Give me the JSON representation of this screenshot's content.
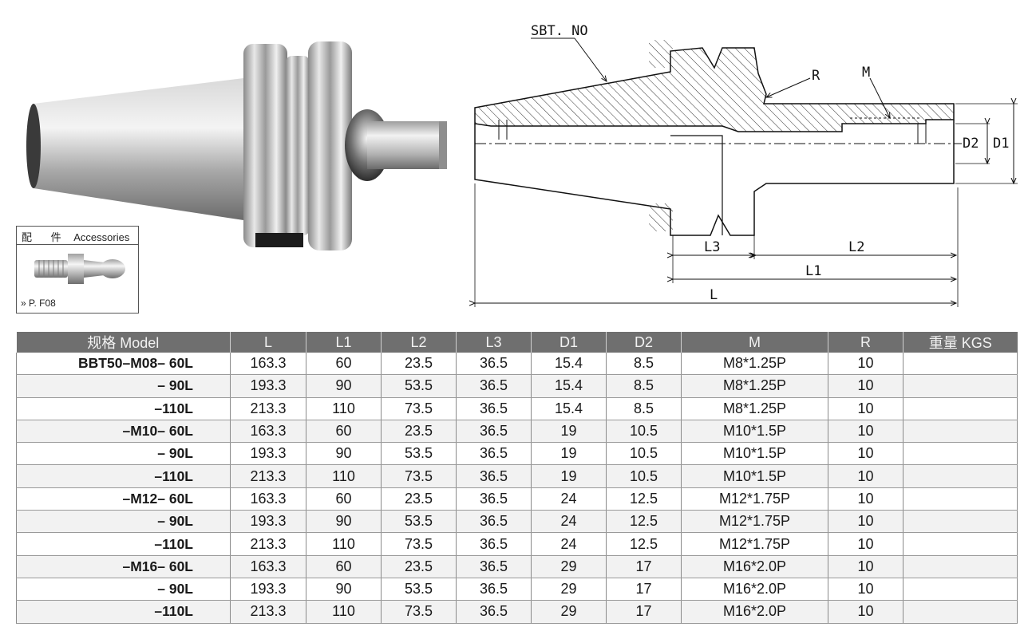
{
  "accessories": {
    "title_cjk": "配 件",
    "title_en": "Accessories",
    "reference": "» P. F08"
  },
  "drawing": {
    "labels": {
      "sbt_no": "SBT. NO",
      "r": "R",
      "m": "M",
      "d2": "D2",
      "d1": "D1",
      "l3": "L3",
      "l2": "L2",
      "l1": "L1",
      "l": "L"
    }
  },
  "table": {
    "headers": [
      "规格 Model",
      "L",
      "L1",
      "L2",
      "L3",
      "D1",
      "D2",
      "M",
      "R",
      "重量 KGS"
    ],
    "rows": [
      [
        "BBT50–M08–  60L",
        "163.3",
        "60",
        "23.5",
        "36.5",
        "15.4",
        "8.5",
        "M8*1.25P",
        "10",
        ""
      ],
      [
        "–  90L",
        "193.3",
        "90",
        "53.5",
        "36.5",
        "15.4",
        "8.5",
        "M8*1.25P",
        "10",
        ""
      ],
      [
        "–110L",
        "213.3",
        "110",
        "73.5",
        "36.5",
        "15.4",
        "8.5",
        "M8*1.25P",
        "10",
        ""
      ],
      [
        "–M10–  60L",
        "163.3",
        "60",
        "23.5",
        "36.5",
        "19",
        "10.5",
        "M10*1.5P",
        "10",
        ""
      ],
      [
        "–  90L",
        "193.3",
        "90",
        "53.5",
        "36.5",
        "19",
        "10.5",
        "M10*1.5P",
        "10",
        ""
      ],
      [
        "–110L",
        "213.3",
        "110",
        "73.5",
        "36.5",
        "19",
        "10.5",
        "M10*1.5P",
        "10",
        ""
      ],
      [
        "–M12–  60L",
        "163.3",
        "60",
        "23.5",
        "36.5",
        "24",
        "12.5",
        "M12*1.75P",
        "10",
        ""
      ],
      [
        "–  90L",
        "193.3",
        "90",
        "53.5",
        "36.5",
        "24",
        "12.5",
        "M12*1.75P",
        "10",
        ""
      ],
      [
        "–110L",
        "213.3",
        "110",
        "73.5",
        "36.5",
        "24",
        "12.5",
        "M12*1.75P",
        "10",
        ""
      ],
      [
        "–M16–  60L",
        "163.3",
        "60",
        "23.5",
        "36.5",
        "29",
        "17",
        "M16*2.0P",
        "10",
        ""
      ],
      [
        "–  90L",
        "193.3",
        "90",
        "53.5",
        "36.5",
        "29",
        "17",
        "M16*2.0P",
        "10",
        ""
      ],
      [
        "–110L",
        "213.3",
        "110",
        "73.5",
        "36.5",
        "29",
        "17",
        "M16*2.0P",
        "10",
        ""
      ]
    ]
  }
}
